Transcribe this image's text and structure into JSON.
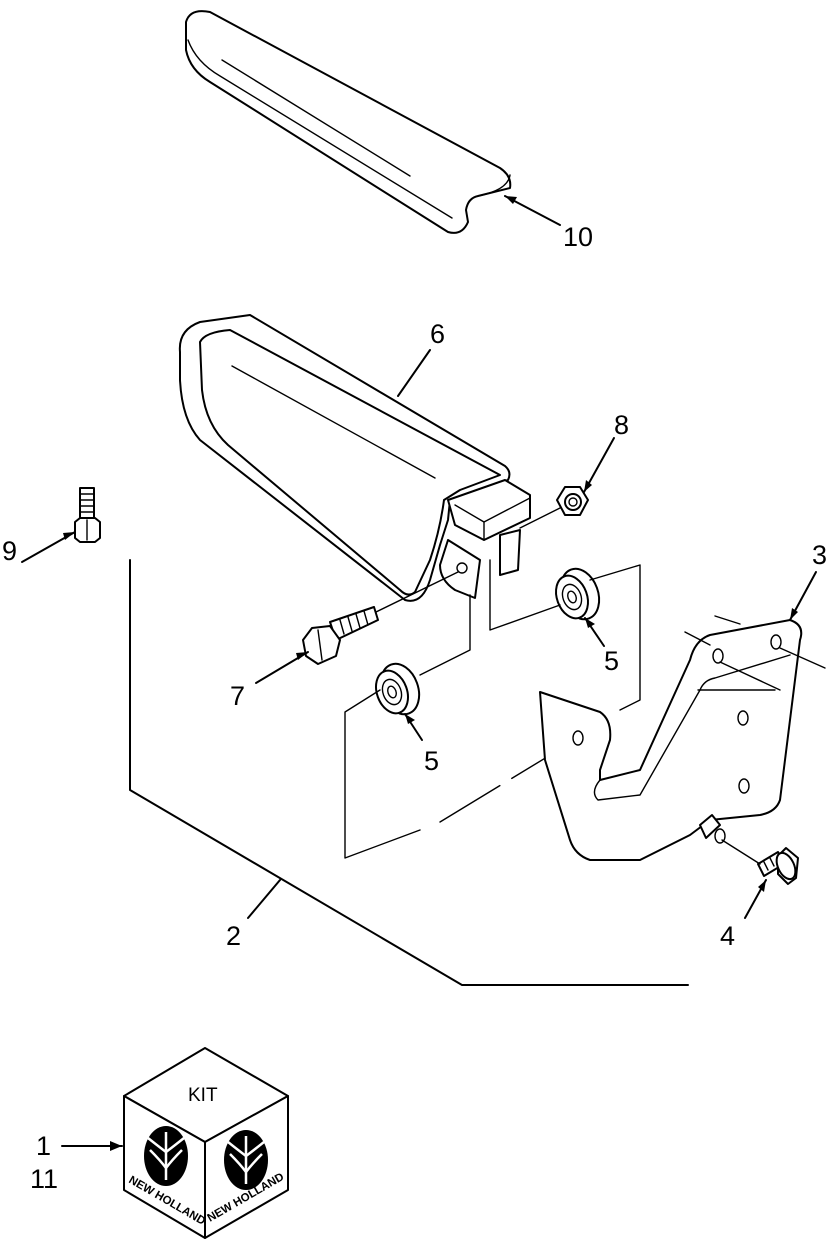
{
  "callouts": {
    "c1": "1",
    "c2": "2",
    "c3": "3",
    "c4": "4",
    "c5a": "5",
    "c5b": "5",
    "c6": "6",
    "c7": "7",
    "c8": "8",
    "c9": "9",
    "c10": "10",
    "c11": "11"
  },
  "kit": {
    "label": "KIT",
    "brand_left": "NEW HOLLAND",
    "brand_right": "NEW HOLLAND"
  },
  "icons": [
    "armrest-pad",
    "armrest-assembly",
    "bolt",
    "bearing",
    "nut",
    "bracket",
    "screw",
    "kit-box",
    "leaf-logo"
  ]
}
